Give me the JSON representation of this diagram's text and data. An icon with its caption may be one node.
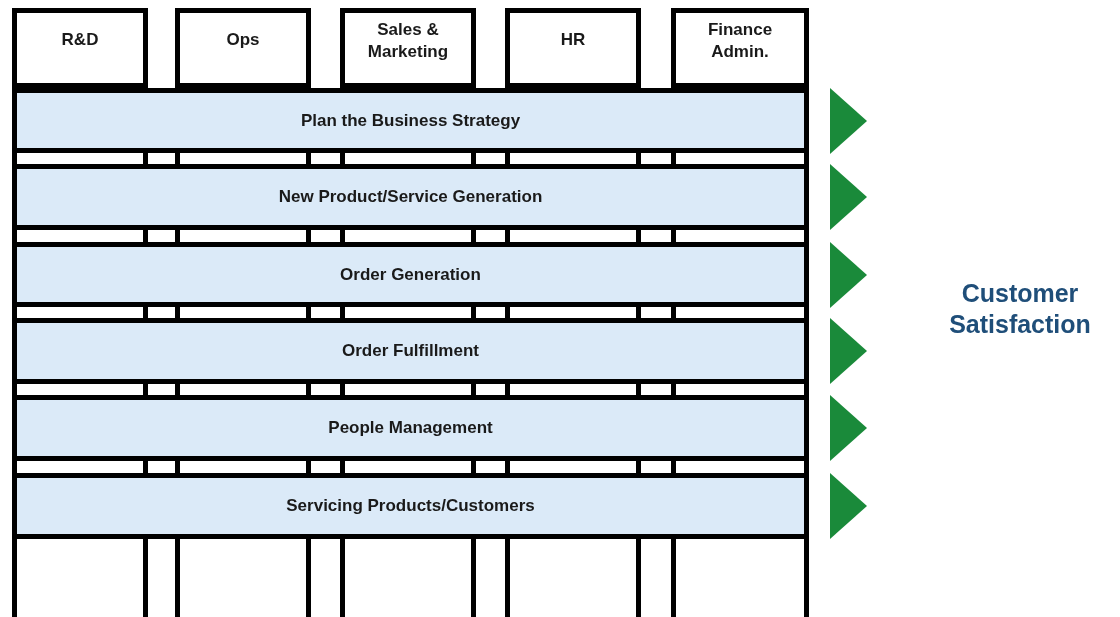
{
  "diagram": {
    "nodes": [
      {
        "text": [
          "R&D"
        ]
      },
      {
        "text": [
          "Ops"
        ]
      },
      {
        "text": [
          "Sales & Marketing"
        ]
      },
      {
        "text": [
          "HR"
        ]
      },
      {
        "text": [
          "Finance Admin."
        ]
      },
      {
        "text": [
          "Plan the Business Strategy"
        ]
      },
      {
        "text": [
          "New Product/Service Generation"
        ]
      },
      {
        "text": [
          "Order Generation"
        ]
      },
      {
        "text": [
          "Order Fulfillment"
        ]
      },
      {
        "text": [
          "People Management"
        ]
      },
      {
        "text": [
          "Servicing Products/Customers"
        ]
      }
    ],
    "labels": [
      "Customer Satisfaction"
    ]
  }
}
